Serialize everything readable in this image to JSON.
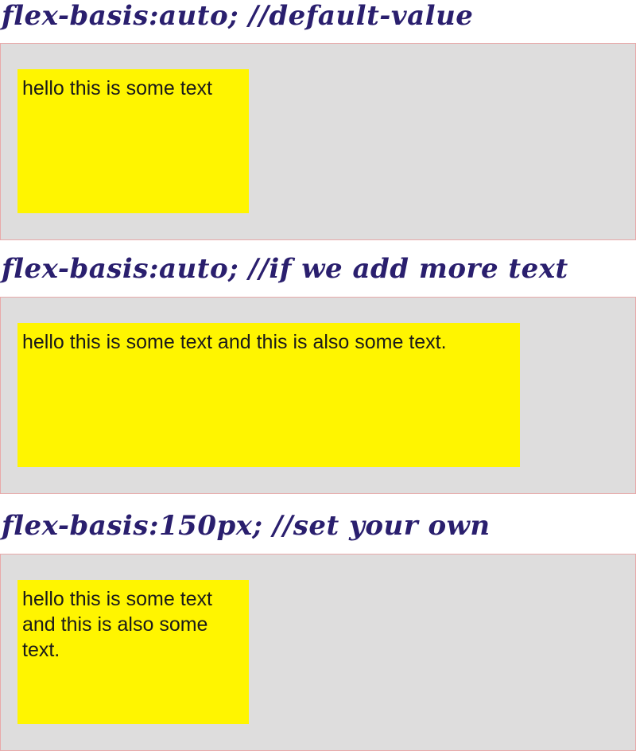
{
  "sections": [
    {
      "heading": "flex-basis:auto; //default-value",
      "item_text": "hello this is some text"
    },
    {
      "heading": "flex-basis:auto; //if we add more text",
      "item_text": "hello this is some text and this is also some text."
    },
    {
      "heading": "flex-basis:150px; //set your own",
      "item_text": "hello this is some text and this is also some text."
    }
  ],
  "colors": {
    "heading": "#2a1f6e",
    "container_bg": "#dedddd",
    "container_border": "#e8a9a9",
    "item_bg": "#fff500",
    "item_text": "#1a1a1a"
  }
}
